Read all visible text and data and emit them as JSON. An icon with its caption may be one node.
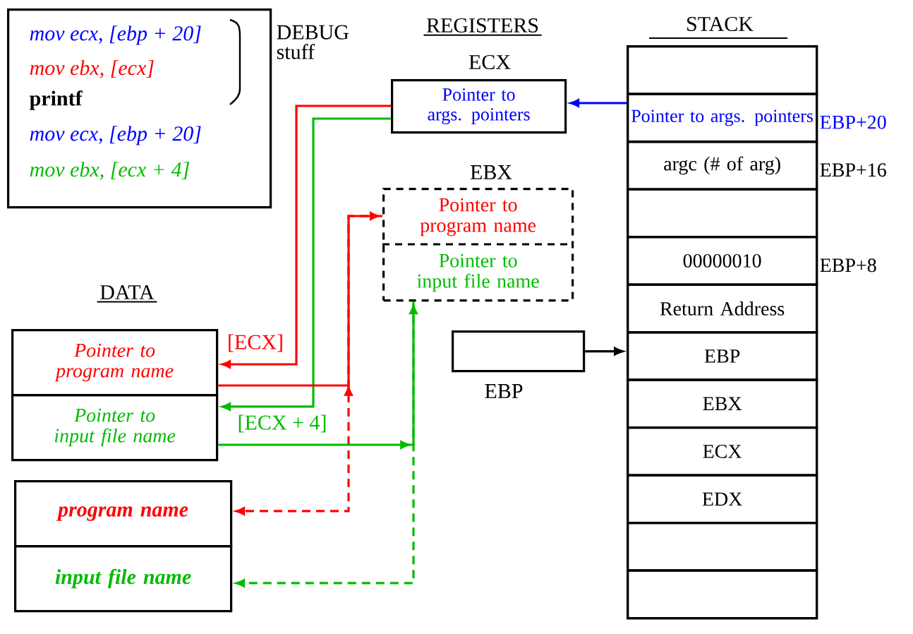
{
  "diagram": {
    "nodes": [
      {
        "text": [
          "mov ecx, [ebp + 20]",
          "mov ebx, [ecx]",
          "printf",
          "mov ecx, [ebp + 20]",
          "mov ebx, [ecx + 4]"
        ]
      },
      {
        "text": [
          "ECX",
          "Pointer to args. pointers"
        ]
      },
      {
        "text": [
          "EBX"
        ]
      },
      {
        "text": [
          "Pointer to program name"
        ],
        "in": 2
      },
      {
        "text": [
          "Pointer to input file name"
        ],
        "in": 2
      },
      {
        "text": [
          "EBP"
        ]
      },
      {
        "text": [
          "STACK"
        ]
      },
      {
        "text": [],
        "shape": "box",
        "in": 6
      },
      {
        "text": [
          "Pointer to args. pointers"
        ],
        "beside": [
          "EBP+20"
        ],
        "in": 6
      },
      {
        "text": [
          "argc (# of arg)"
        ],
        "beside": [
          "EBP+16"
        ],
        "in": 6
      },
      {
        "text": [],
        "shape": "box",
        "in": 6
      },
      {
        "text": [
          "00000010"
        ],
        "beside": [
          "EBP+8"
        ],
        "in": 6
      },
      {
        "text": [
          "Return Address"
        ],
        "in": 6
      },
      {
        "text": [
          "EBP"
        ],
        "in": 6
      },
      {
        "text": [
          "EBX"
        ],
        "in": 6
      },
      {
        "text": [
          "ECX"
        ],
        "in": 6
      },
      {
        "text": [
          "EDX"
        ],
        "in": 6
      },
      {
        "text": [],
        "shape": "box",
        "in": 6
      },
      {
        "text": [],
        "shape": "box",
        "in": 6
      },
      {
        "text": [
          "Pointer to program name"
        ]
      },
      {
        "text": [
          "Pointer to input file name"
        ]
      },
      {
        "text": [
          "program name"
        ]
      },
      {
        "text": [
          "input file name"
        ]
      }
    ],
    "edges": [
      {
        "from": 8,
        "to": 1,
        "arrow": "to",
        "color": "#0000ff"
      },
      {
        "from": 5,
        "to": 13,
        "arrow": "to",
        "color": "#000000"
      },
      {
        "from": 1,
        "to": 19,
        "arrow": "to",
        "label": "[ECX]",
        "color": "#ff0000"
      },
      {
        "from": 1,
        "to": 20,
        "arrow": "to",
        "label": "[ECX + 4]",
        "color": "#00bb00"
      },
      {
        "from": 19,
        "to": 3,
        "arrow": "to",
        "color": "#ff0000"
      },
      {
        "from": 3,
        "to": 21,
        "arrow": "to",
        "style": "dashed",
        "color": "#ff0000"
      },
      {
        "from": 20,
        "to": 4,
        "arrow": "to",
        "color": "#00bb00"
      },
      {
        "from": 4,
        "to": 22,
        "arrow": "to",
        "style": "dashed",
        "color": "#00bb00"
      }
    ],
    "labels": [
      "DEBUG stuff",
      "REGISTERS",
      "DATA"
    ]
  }
}
